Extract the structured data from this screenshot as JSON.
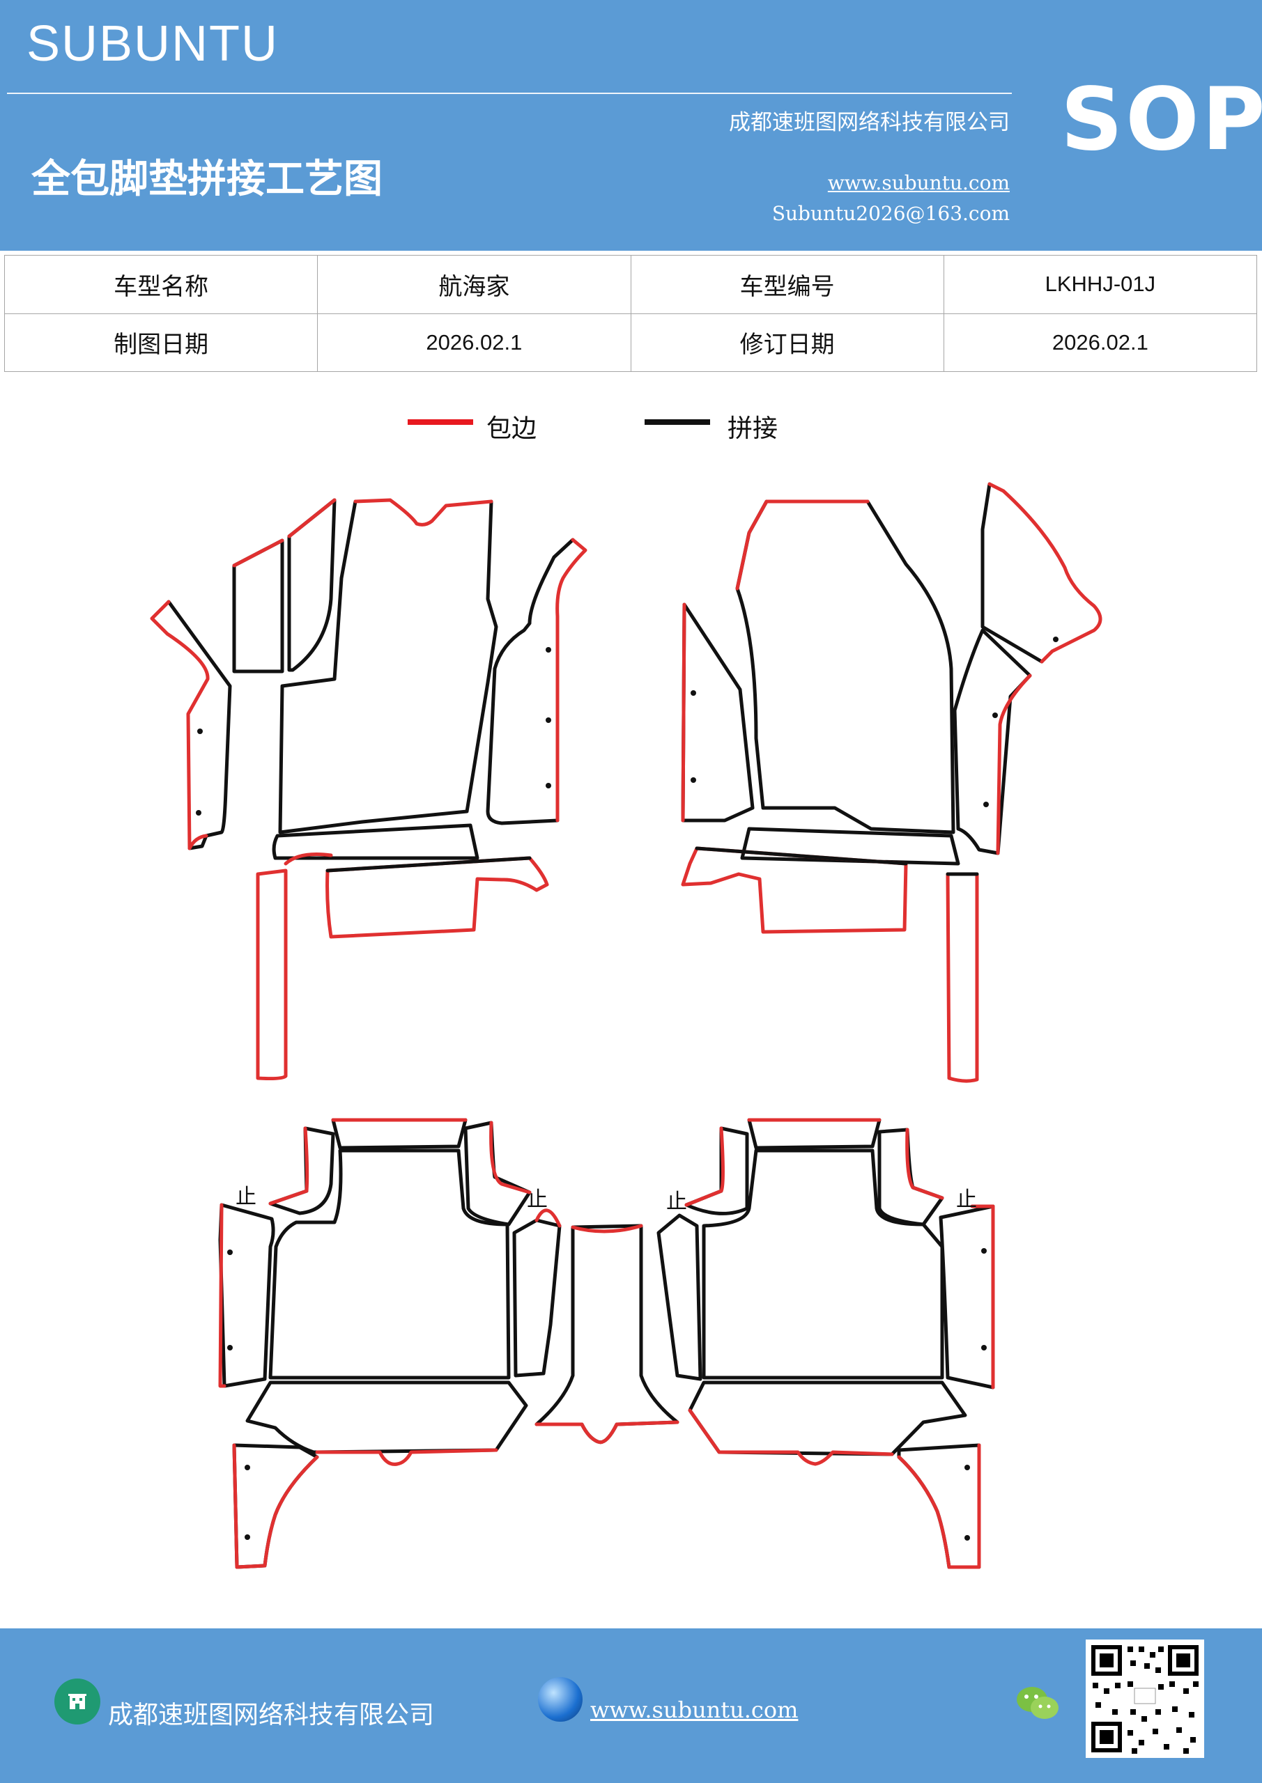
{
  "header": {
    "brand": "SUBUNTU",
    "company": "成都速班图网络科技有限公司",
    "title": "全包脚垫拼接工艺图",
    "website": "www.subuntu.com",
    "email": "Subuntu2026@163.com",
    "badge": "SOP",
    "background_color": "#5b9bd5"
  },
  "info_table": {
    "rows": [
      [
        "车型名称",
        "航海家",
        "车型编号",
        "LKHHJ-01J"
      ],
      [
        "制图日期",
        "2026.02.1",
        "修订日期",
        "2026.02.1"
      ]
    ]
  },
  "legend": [
    {
      "label": "包边",
      "color": "#e8191f"
    },
    {
      "label": "拼接",
      "color": "#111111"
    }
  ],
  "footer": {
    "company": "成都速班图网络科技有限公司",
    "website": "www.subuntu.com",
    "icons": [
      "building-icon",
      "globe-icon",
      "wechat-icon",
      "qr-code"
    ]
  }
}
